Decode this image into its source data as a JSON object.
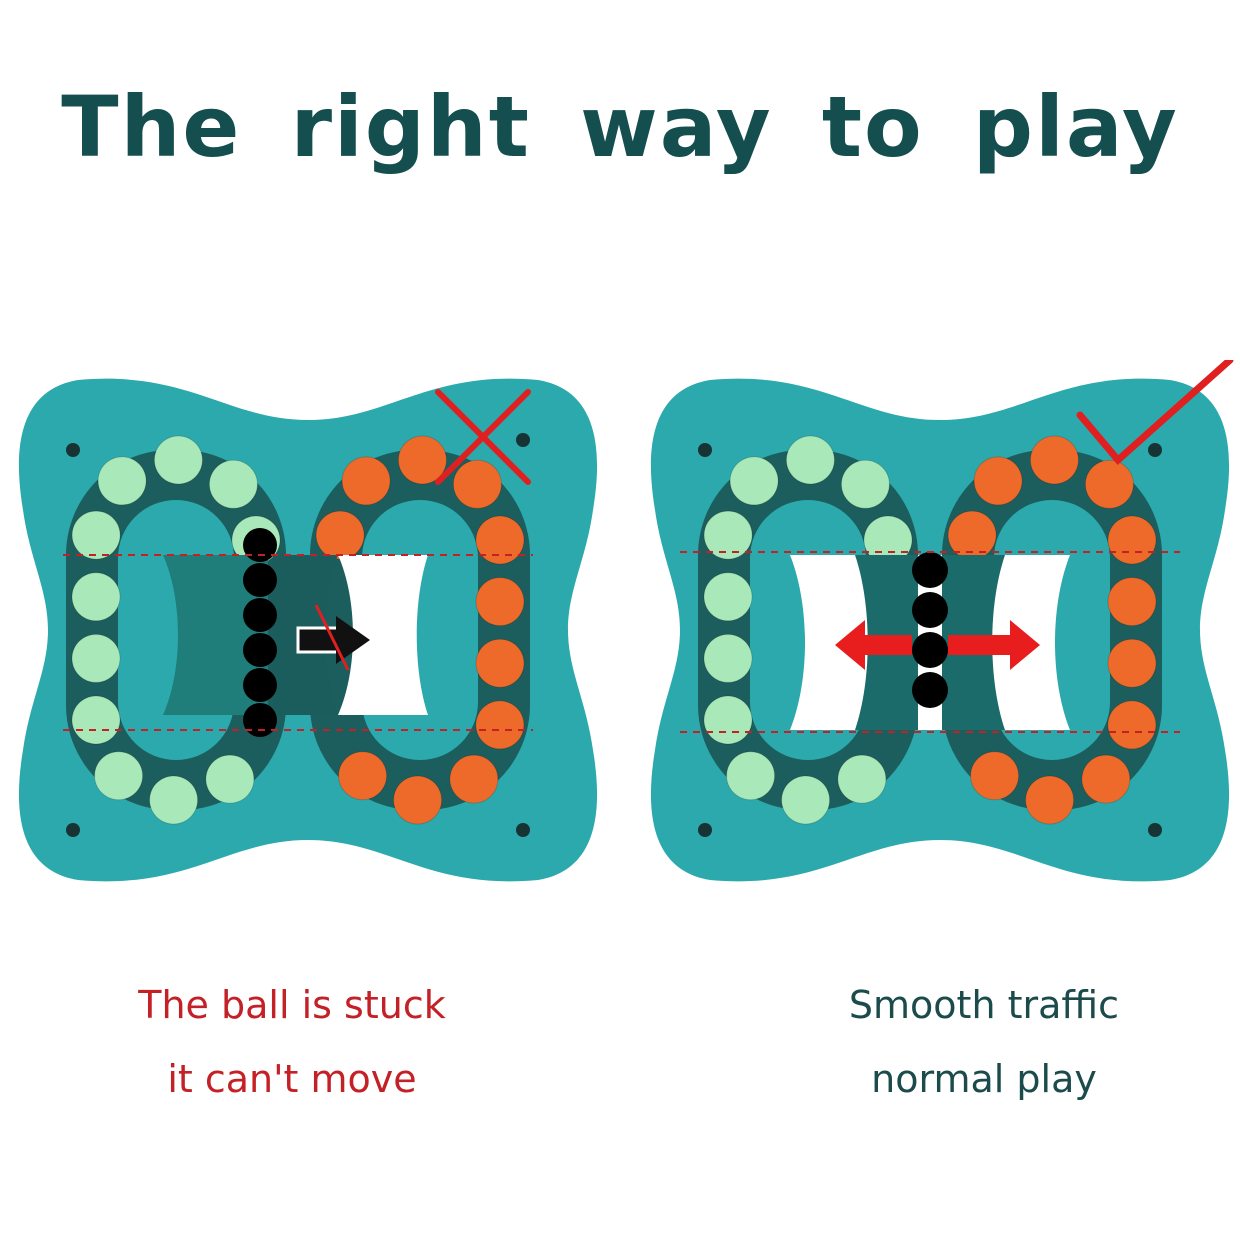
{
  "title": "The right way to play",
  "colors": {
    "title": "#144e4e",
    "toy_body": "#2ba9ad",
    "track": "#1c5d5d",
    "green_ball": "#a9e8b8",
    "orange_ball": "#ee6a2a",
    "wrong": "#c42126",
    "right_caption": "#1c4b4b",
    "mark": "#e02020"
  },
  "panels": [
    {
      "status": "wrong",
      "mark_icon": "cross-icon",
      "caption_line1": "The ball is stuck",
      "caption_line2": "it can't move"
    },
    {
      "status": "correct",
      "mark_icon": "check-icon",
      "caption_line1": "Smooth traffic",
      "caption_line2": "normal play"
    }
  ]
}
